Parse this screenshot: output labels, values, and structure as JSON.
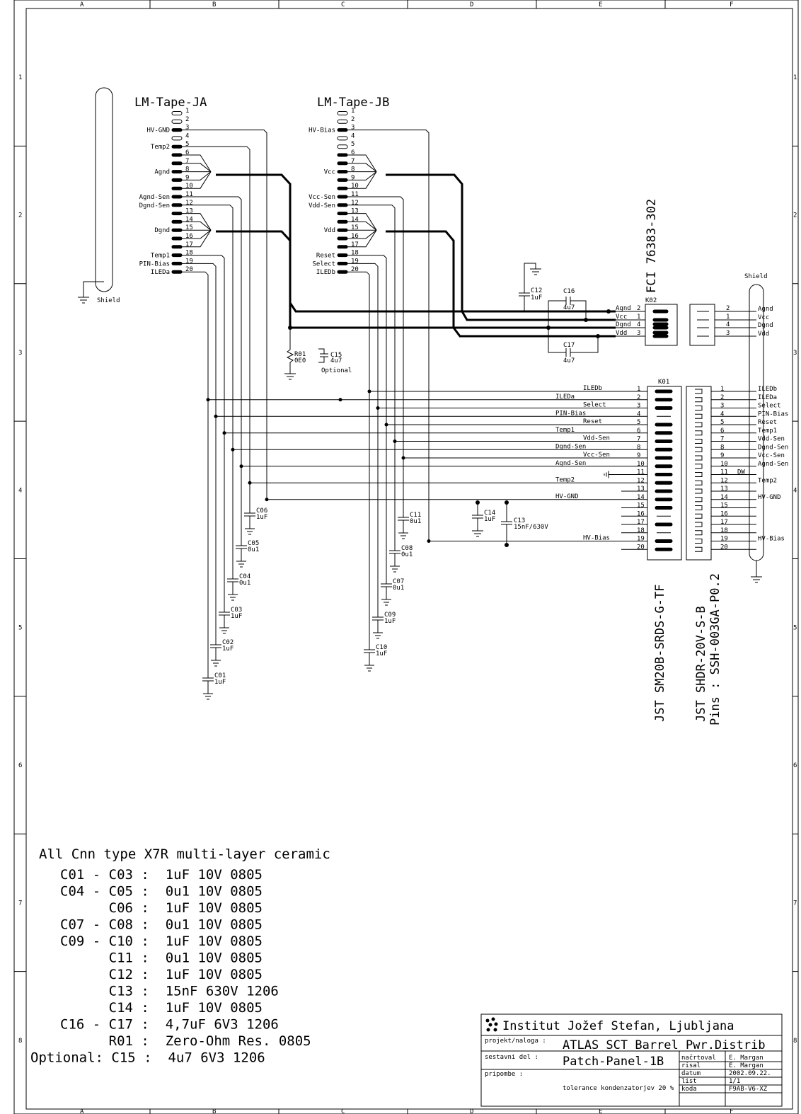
{
  "frame": {
    "col_labels": [
      "A",
      "B",
      "C",
      "D",
      "E",
      "F"
    ],
    "row_labels": [
      "1",
      "2",
      "3",
      "4",
      "5",
      "6",
      "7",
      "8"
    ]
  },
  "conn_ja": {
    "title": "LM-Tape-JA",
    "pins": [
      "1",
      "2",
      "3",
      "4",
      "5",
      "6",
      "7",
      "8",
      "9",
      "10",
      "11",
      "12",
      "13",
      "14",
      "15",
      "16",
      "17",
      "18",
      "19",
      "20"
    ],
    "labels": [
      {
        "pin": 3,
        "text": "HV-GND"
      },
      {
        "pin": 5,
        "text": "Temp2"
      },
      {
        "pin": 8,
        "text": "Agnd"
      },
      {
        "pin": 11,
        "text": "Agnd-Sen"
      },
      {
        "pin": 12,
        "text": "Dgnd-Sen"
      },
      {
        "pin": 15,
        "text": "Dgnd"
      },
      {
        "pin": 18,
        "text": "Temp1"
      },
      {
        "pin": 19,
        "text": "PIN-Bias"
      },
      {
        "pin": 20,
        "text": "ILEDa"
      }
    ]
  },
  "conn_jb": {
    "title": "LM-Tape-JB",
    "labels": [
      {
        "pin": 3,
        "text": "HV-Bias"
      },
      {
        "pin": 8,
        "text": "Vcc"
      },
      {
        "pin": 11,
        "text": "Vcc-Sen"
      },
      {
        "pin": 12,
        "text": "Vdd-Sen"
      },
      {
        "pin": 15,
        "text": "Vdd"
      },
      {
        "pin": 18,
        "text": "Reset"
      },
      {
        "pin": 19,
        "text": "Select"
      },
      {
        "pin": 20,
        "text": "ILEDb"
      }
    ]
  },
  "shield_left": "Shield",
  "shield_right": "Shield",
  "k02": {
    "ref": "K02",
    "part": "FCI 76383-302",
    "nets": [
      {
        "name": "Agnd",
        "pin": "2"
      },
      {
        "name": "Vcc",
        "pin": "1"
      },
      {
        "name": "Dgnd",
        "pin": "4"
      },
      {
        "name": "Vdd",
        "pin": "3"
      }
    ],
    "right_pins": [
      "2",
      "1",
      "4",
      "3"
    ],
    "right_nets": [
      "Agnd",
      "Vcc",
      "Dgnd",
      "Vdd"
    ]
  },
  "k01": {
    "ref": "K01",
    "part": "JST SM20B-SRDS-G-TF",
    "nets": [
      "ILEDb",
      "ILEDa",
      "Select",
      "PIN-Bias",
      "Reset",
      "Temp1",
      "Vdd-Sen",
      "Dgnd-Sen",
      "Vcc-Sen",
      "Agnd-Sen",
      "",
      "Temp2",
      "",
      "HV-GND",
      "",
      "",
      "",
      "",
      "HV-Bias",
      ""
    ],
    "pins": [
      "1",
      "2",
      "3",
      "4",
      "5",
      "6",
      "7",
      "8",
      "9",
      "10",
      "11",
      "12",
      "13",
      "14",
      "15",
      "16",
      "17",
      "18",
      "19",
      "20"
    ]
  },
  "jst_right": {
    "part1": "JST SHDR-20V-S-B",
    "part2": "Pins : SSH-003GA-P0.2",
    "nets": [
      "ILEDb",
      "ILEDa",
      "Select",
      "PIN-Bias",
      "Reset",
      "Temp1",
      "Vdd-Sen",
      "Dgnd-Sen",
      "Vcc-Sen",
      "Agnd-Sen",
      "",
      "Temp2",
      "",
      "HV-GND",
      "",
      "",
      "",
      "",
      "HV-Bias",
      ""
    ],
    "dw": "DW"
  },
  "caps": {
    "c12": [
      "C12",
      "1uF"
    ],
    "c16": [
      "C16",
      "4u7"
    ],
    "c17": [
      "C17",
      "4u7"
    ],
    "r01": [
      "R01",
      "0E0"
    ],
    "c15": [
      "C15",
      "4u7"
    ],
    "optional": "Optional",
    "c14": [
      "C14",
      "1uF"
    ],
    "c13": [
      "C13",
      "15nF/630V"
    ],
    "c06": [
      "C06",
      "1uF"
    ],
    "c05": [
      "C05",
      "0u1"
    ],
    "c04": [
      "C04",
      "0u1"
    ],
    "c03": [
      "C03",
      "1uF"
    ],
    "c02": [
      "C02",
      "1uF"
    ],
    "c01": [
      "C01",
      "1uF"
    ],
    "c11": [
      "C11",
      "0u1"
    ],
    "c08": [
      "C08",
      "0u1"
    ],
    "c07": [
      "C07",
      "0u1"
    ],
    "c09": [
      "C09",
      "1uF"
    ],
    "c10": [
      "C10",
      "1uF"
    ]
  },
  "notes": {
    "heading": "All Cnn type X7R multi-layer ceramic",
    "lines": [
      "C01 - C03 :  1uF 10V 0805",
      "C04 - C05 :  0u1 10V 0805",
      "      C06 :  1uF 10V 0805",
      "C07 - C08 :  0u1 10V 0805",
      "C09 - C10 :  1uF 10V 0805",
      "      C11 :  0u1 10V 0805",
      "      C12 :  1uF 10V 0805",
      "      C13 :  15nF 630V 1206",
      "      C14 :  1uF 10V 0805",
      "C16 - C17 :  4,7uF 6V3 1206",
      "      R01 :  Zero-Ohm Res. 0805",
      "Optional: C15 :  4u7 6V3 1206"
    ]
  },
  "title_block": {
    "institute": "Institut Jožef Stefan, Ljubljana",
    "projekt_label": "projekt/naloga :",
    "projekt": "ATLAS SCT Barrel Pwr.Distrib",
    "sestavni_label": "sestavni del :",
    "sestavni": "Patch-Panel-1B",
    "pripombe_label": "pripombe :",
    "tolerance": "tolerance kondenzatorjev  20 %",
    "rows": [
      {
        "k": "načrtoval",
        "v": "E. Margan"
      },
      {
        "k": "risal",
        "v": "E. Margan"
      },
      {
        "k": "datum",
        "v": "2002.09.22."
      },
      {
        "k": "list",
        "v": "1/1"
      },
      {
        "k": "koda",
        "v": "F9AB-V6-XZ"
      }
    ]
  }
}
